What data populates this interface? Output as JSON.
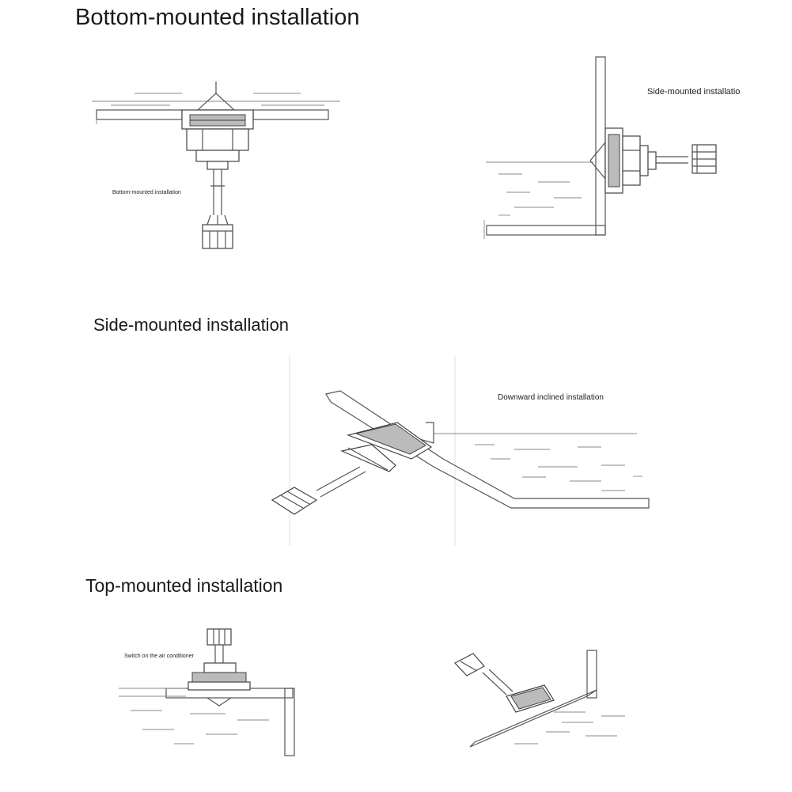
{
  "headings": {
    "bottom": "Bottom-mounted installation",
    "side": "Side-mounted installation",
    "top": "Top-mounted installation"
  },
  "captions": {
    "side_small": "Side-mounted installatio",
    "bottom_small": "Bottom-mounted installation",
    "downward": "Downward inclined installation",
    "switch": "Switch on the air conditioner"
  }
}
